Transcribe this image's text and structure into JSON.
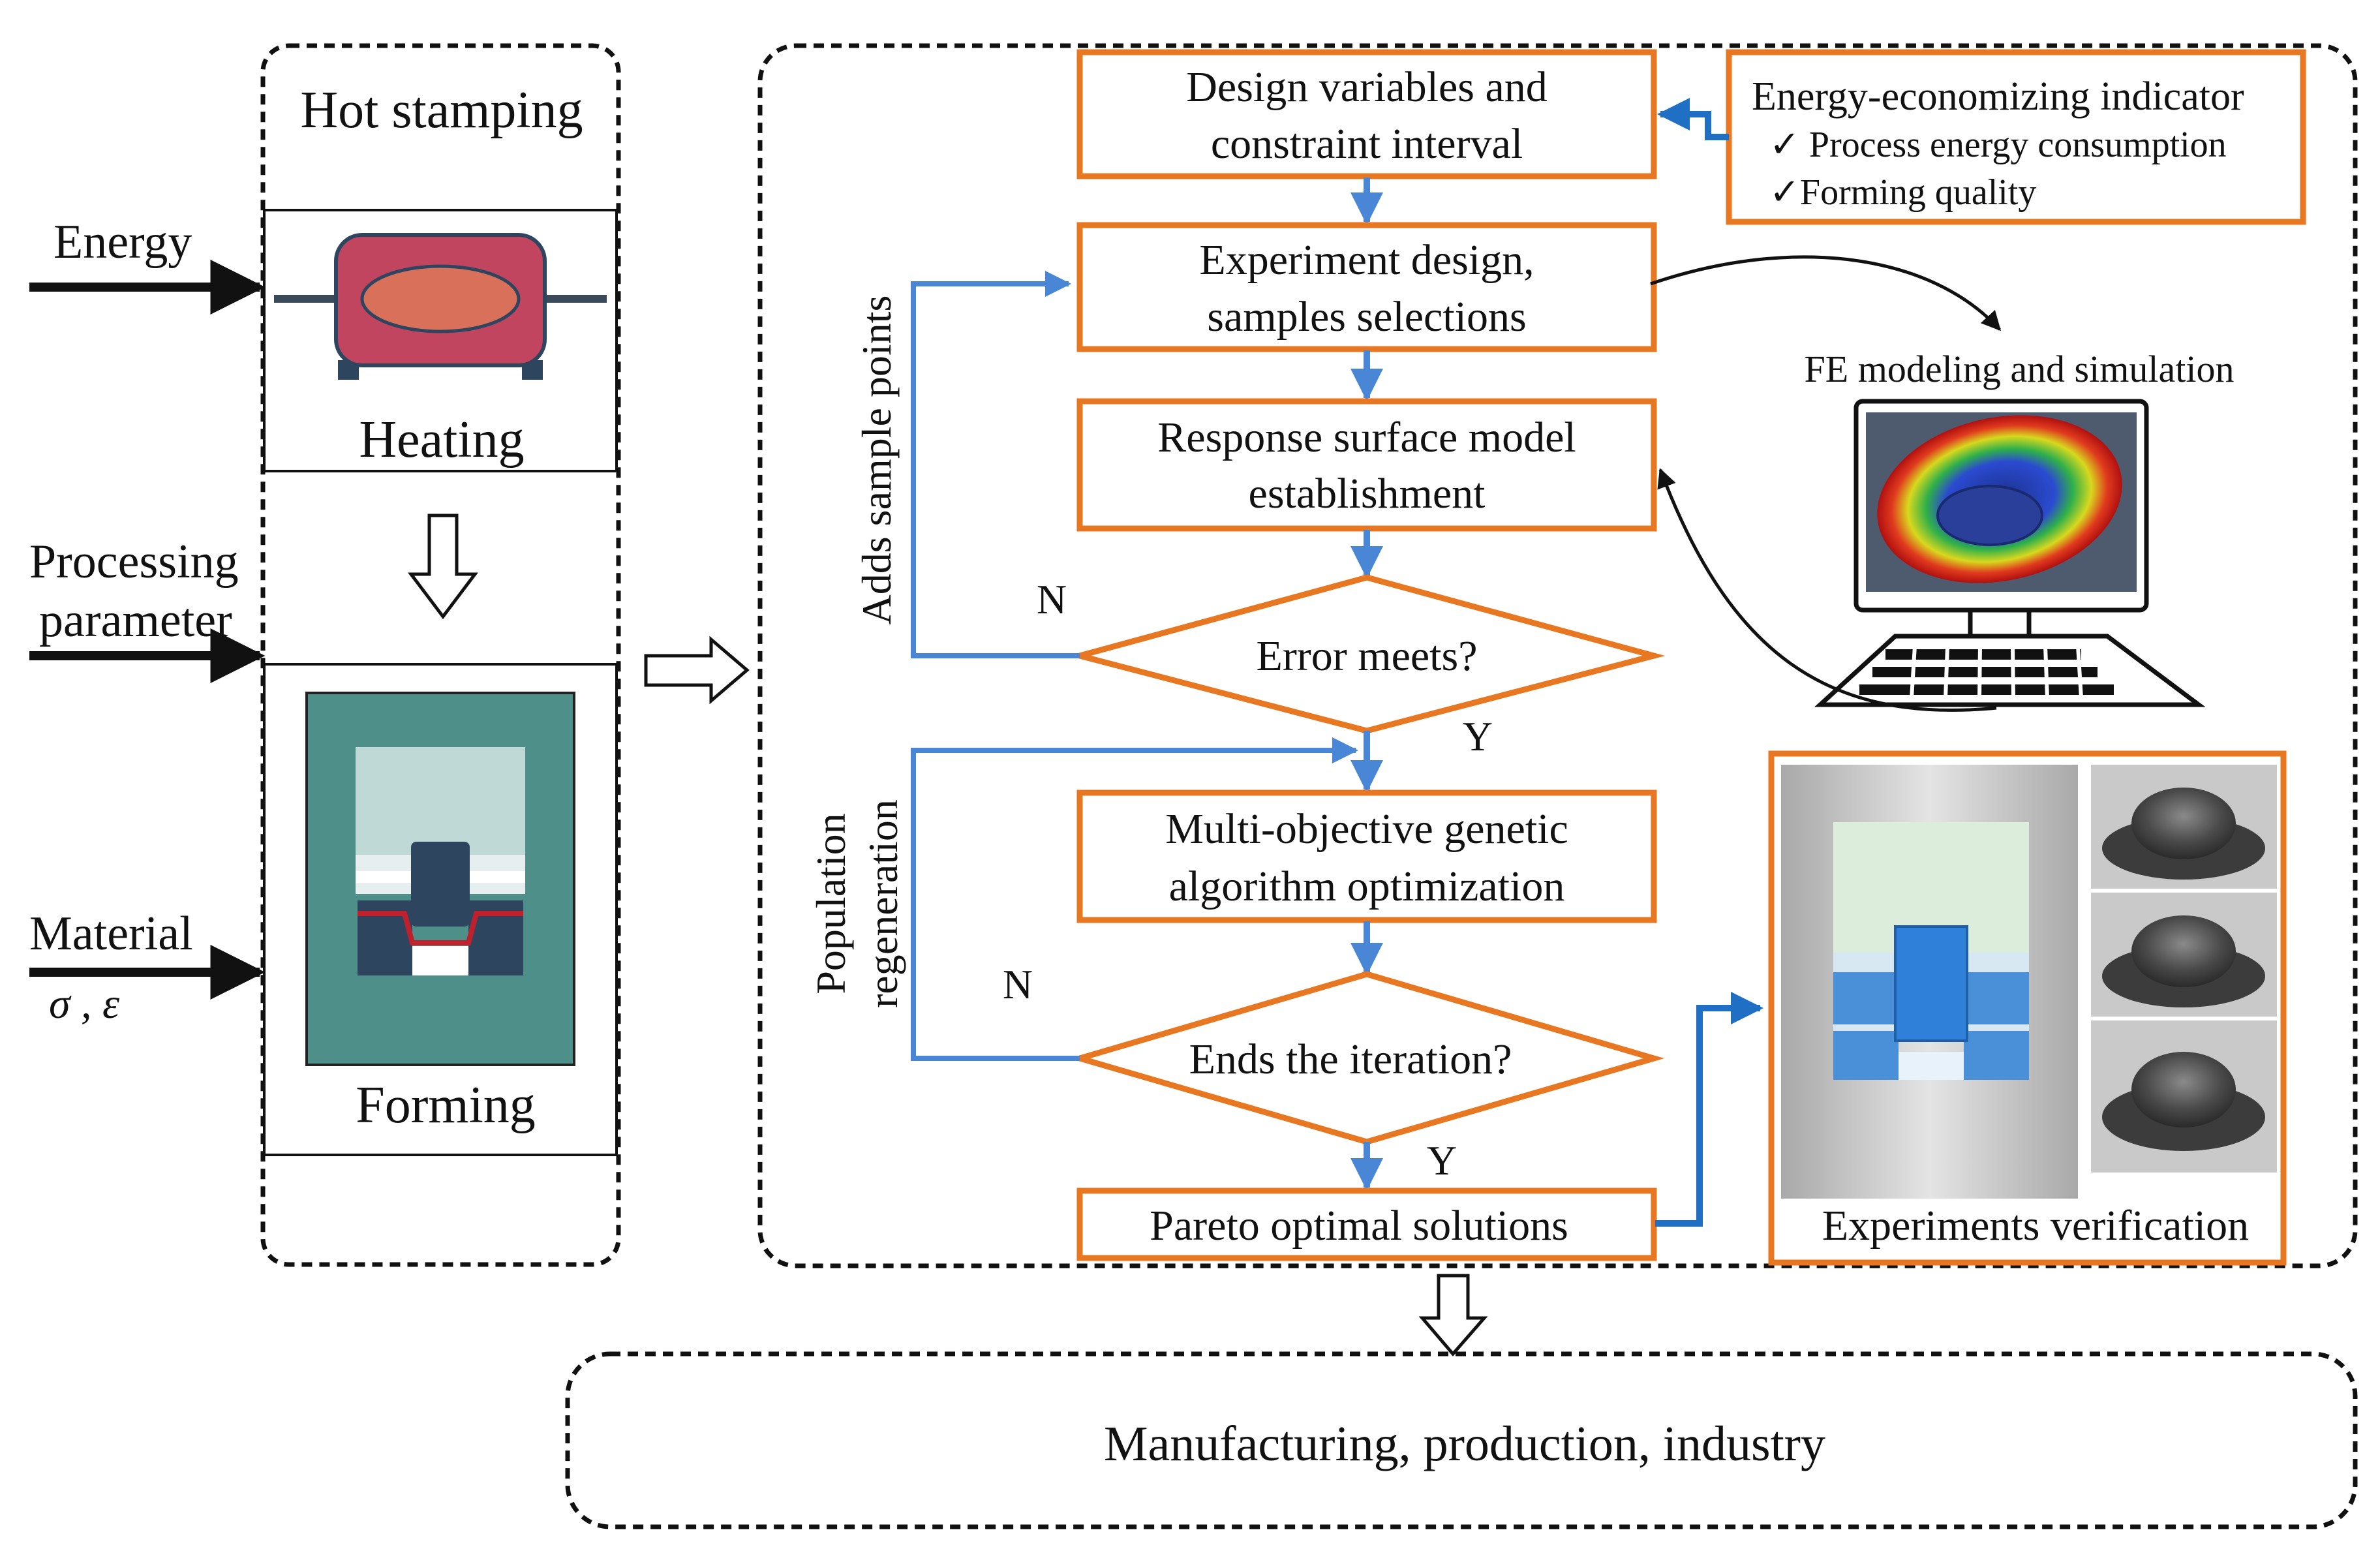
{
  "left_panel": {
    "title": "Hot stamping",
    "heating_label": "Heating",
    "forming_label": "Forming",
    "inputs": {
      "energy": "Energy",
      "processing_line1": "Processing",
      "processing_line2": "parameter",
      "material": "Material",
      "material_symbols": "σ , ε"
    }
  },
  "flowchart": {
    "step1_line1": "Design variables and",
    "step1_line2": "constraint interval",
    "step2_line1": "Experiment design,",
    "step2_line2": "samples selections",
    "step3_line1": "Response surface model",
    "step3_line2": "establishment",
    "decision1": "Error meets?",
    "decision1_no": "N",
    "decision1_yes": "Y",
    "loop1_label": "Adds sample points",
    "step4_line1": "Multi-objective genetic",
    "step4_line2": "algorithm optimization",
    "decision2": "Ends the iteration?",
    "decision2_no": "N",
    "decision2_yes": "Y",
    "loop2_line1": "Population",
    "loop2_line2": "regeneration",
    "step5": "Pareto optimal solutions"
  },
  "indicator_box": {
    "title": "Energy-economizing indicator",
    "item1": "✓ Process energy consumption",
    "item2": "✓Forming quality"
  },
  "fe_label": "FE modeling and simulation",
  "experiments_label": "Experiments verification",
  "bottom_label": "Manufacturing, production, industry",
  "colors": {
    "orange": "#E87722",
    "blue": "#4A86D6",
    "black": "#111111",
    "heater": "#C2455F",
    "die_bg": "#4F8F8A",
    "die_light": "#BFD9D6",
    "punch": "#2E4560"
  }
}
